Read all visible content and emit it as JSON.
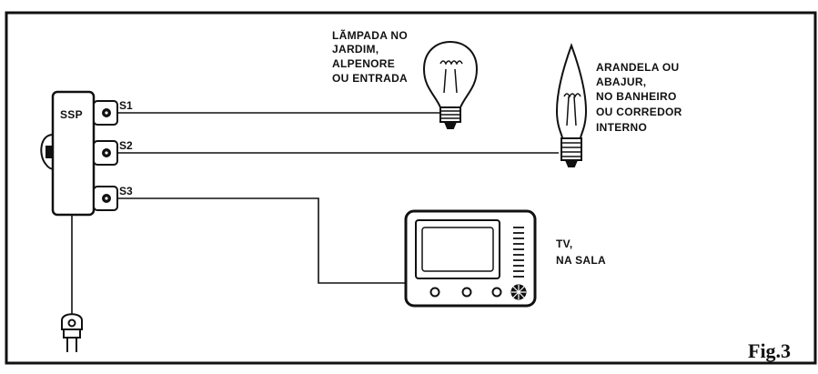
{
  "device_label": "SSP",
  "outlets": [
    {
      "label": "S1"
    },
    {
      "label": "S2"
    },
    {
      "label": "S3"
    }
  ],
  "bulb_label": [
    "LÃMPADA NO",
    "JARDIM,",
    "ALPENORE",
    "OU ENTRADA"
  ],
  "candle_label": [
    "ARANDELA OU",
    "ABAJUR,",
    "NO BANHEIRO",
    "OU CORREDOR",
    "INTERNO"
  ],
  "tv_label": [
    "TV,",
    "NA SALA"
  ],
  "figure_label": "Fig.3",
  "colors": {
    "ink": "#111111",
    "paper": "#ffffff"
  }
}
